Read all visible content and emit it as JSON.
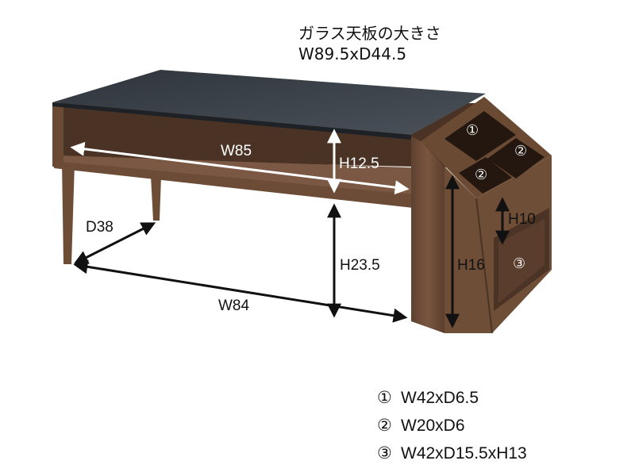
{
  "caption": {
    "title": "ガラス天板の大きさ",
    "size": "W89.5xD44.5"
  },
  "dimensions": {
    "shelf_width": "W85",
    "shelf_height": "H12.5",
    "depth": "D38",
    "clearance_height": "H23.5",
    "leg_width": "W84",
    "side_height": "H16",
    "pocket_height": "H10"
  },
  "compartments": {
    "c1": "①",
    "c2": "②",
    "c3": "③"
  },
  "legend": [
    {
      "mark": "①",
      "text": "W42xD6.5"
    },
    {
      "mark": "②",
      "text": "W20xD6"
    },
    {
      "mark": "③",
      "text": "W42xD15.5xH13"
    }
  ],
  "colors": {
    "wood": "#6b4a33",
    "wood_dark": "#3f2a1c",
    "glass": "#3b4147",
    "text": "#111111"
  }
}
